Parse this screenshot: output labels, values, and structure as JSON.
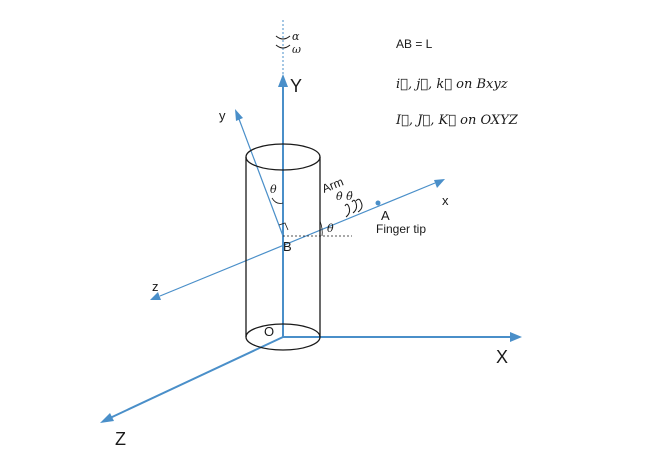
{
  "labels": {
    "axis_X": "X",
    "axis_Y": "Y",
    "axis_Z": "Z",
    "axis_x": "x",
    "axis_y": "y",
    "axis_z": "z",
    "origin": "O",
    "point_B": "B",
    "point_A": "A",
    "finger_tip": "Finger tip",
    "arm": "Arm",
    "theta_top": "θ",
    "theta_right": "θ",
    "theta_dots": "θ̇  θ̈",
    "alpha": "α",
    "omega": "ω"
  },
  "legend": {
    "ab_eq": "AB = L",
    "body_frame": "i⃗, j⃗, k⃗ on Bxyz",
    "global_frame": "I⃗, J⃗, K⃗ on OXYZ"
  },
  "colors": {
    "axis_blue": "#4a8fc9",
    "ink": "#1a1a1a"
  }
}
